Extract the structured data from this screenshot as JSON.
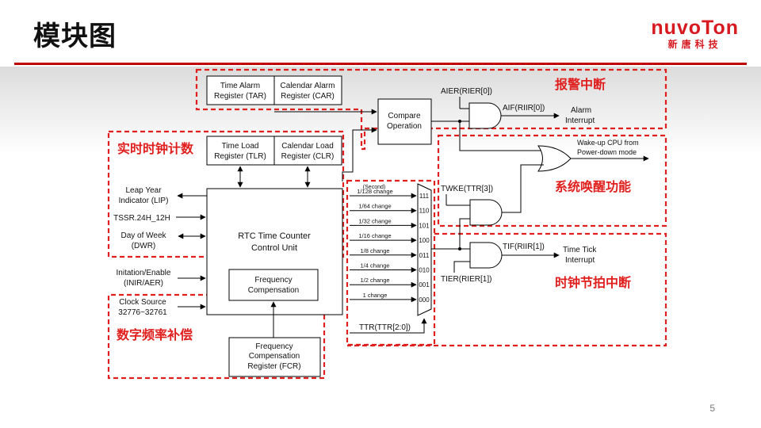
{
  "header": {
    "title": "模块图",
    "brand_logo": "nuvoTon",
    "brand_sub": "新唐科技",
    "page_number": "5"
  },
  "colors": {
    "accent": "#c00000",
    "dashed": "#e0201e",
    "line": "#000000"
  },
  "blocks": {
    "tar": [
      "Time Alarm",
      "Register (TAR)"
    ],
    "car": [
      "Calendar Alarm",
      "Register (CAR)"
    ],
    "tlr": [
      "Time Load",
      "Register (TLR)"
    ],
    "clr": [
      "Calendar Load",
      "Register (CLR)"
    ],
    "compare": [
      "Compare",
      "Operation"
    ],
    "rtc": [
      "RTC Time Counter",
      "Control Unit"
    ],
    "freq_comp": [
      "Frequency",
      "Compensation"
    ],
    "fcr": [
      "Frequency",
      "Compensation",
      "Register (FCR)"
    ]
  },
  "signals": {
    "lip": [
      "Leap Year",
      "Indicator (LIP)"
    ],
    "tssr": "TSSR.24H_12H",
    "dwr": [
      "Day of Week",
      "(DWR)"
    ],
    "inir": [
      "Initation/Enable",
      "(INIR/AER)"
    ],
    "clock": [
      "Clock Source",
      "32776~32761"
    ],
    "aier": "AIER(RIER[0])",
    "aif": "AIF(RIIR[0])",
    "alarm_int": [
      "Alarm",
      "Interrupt"
    ],
    "wakeup": [
      "Wake-up CPU from",
      "Power-down mode"
    ],
    "twke": "TWKE(TTR[3])",
    "tif": "TIF(RIIR[1])",
    "tick_int": [
      "Time Tick",
      "Interrupt"
    ],
    "tier": "TIER(RIER[1])",
    "ttr": "TTR(TTR[2:0])",
    "second": "(Second)"
  },
  "tick_rows": [
    {
      "label": "1/128 change",
      "code": "111"
    },
    {
      "label": "1/64 change",
      "code": "110"
    },
    {
      "label": "1/32 change",
      "code": "101"
    },
    {
      "label": "1/16 change",
      "code": "100"
    },
    {
      "label": "1/8 change",
      "code": "011"
    },
    {
      "label": "1/4 change",
      "code": "010"
    },
    {
      "label": "1/2 change",
      "code": "001"
    },
    {
      "label": "1 change",
      "code": "000"
    }
  ],
  "regions": {
    "alarm": "报警中断",
    "rtc_counter": "实时时钟计数",
    "wakeup": "系统唤醒功能",
    "tick": "时钟节拍中断",
    "compensation": "数字频率补偿"
  }
}
